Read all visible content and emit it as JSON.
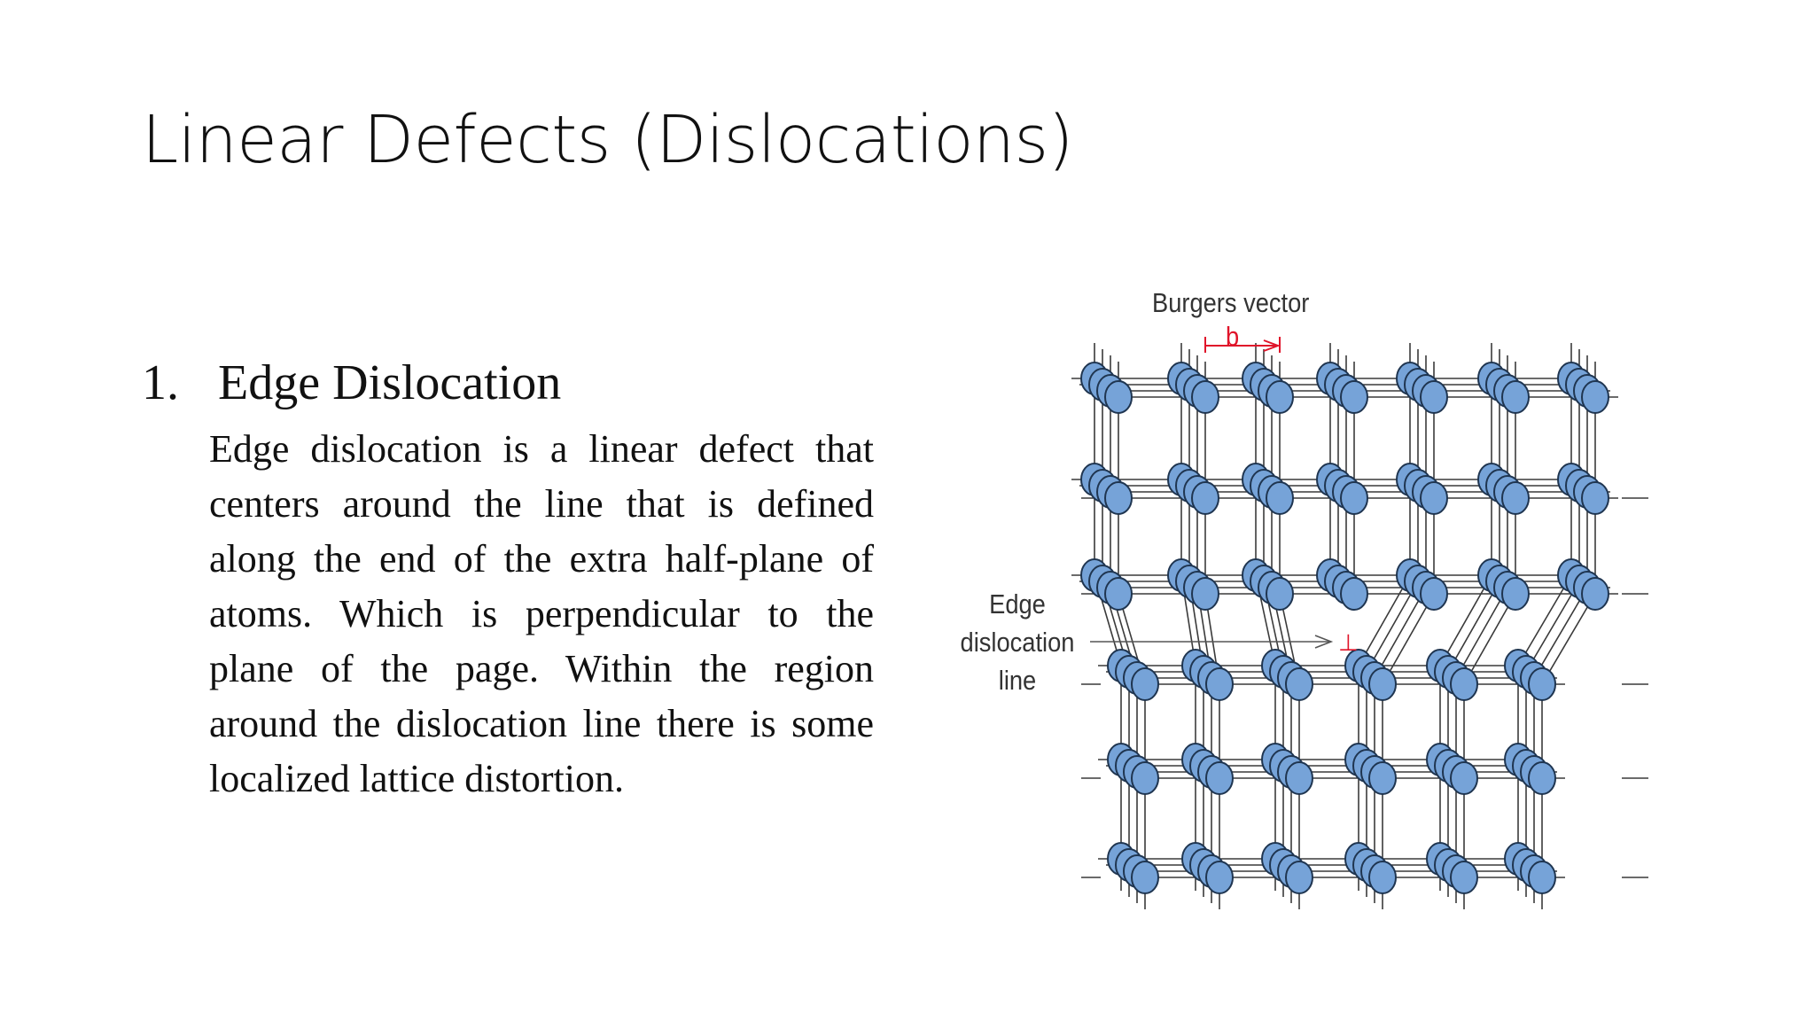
{
  "slide": {
    "title": "Linear Defects (Dislocations)",
    "section": {
      "number": "1.",
      "heading": "Edge Dislocation",
      "body": "Edge dislocation is a linear defect that centers around the line that is defined along the end of the extra half-plane of atoms. Which is perpendicular to the plane of the page. Within the region around the dislocation line there is some localized lattice distortion."
    },
    "figure": {
      "burgers_label": "Burgers vector",
      "b_symbol": "b",
      "edge_label_lines": [
        "Edge",
        "dislocation",
        "line"
      ],
      "dislocation_symbol": "⊥",
      "colors": {
        "atom_fill": "#76a3d8",
        "atom_stroke": "#1f3550",
        "bond": "#3a3a3a",
        "accent_red": "#e0142a"
      }
    }
  }
}
